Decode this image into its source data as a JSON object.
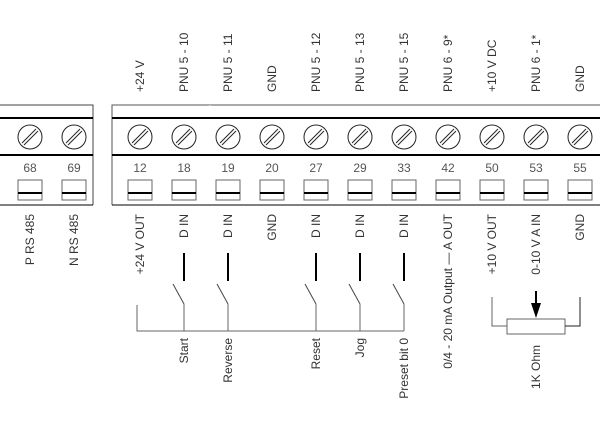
{
  "diagram": {
    "type": "terminal wiring diagram",
    "terminal_blocks": [
      {
        "name": "rs485-block",
        "terminals": [
          {
            "number": "68",
            "top_label": "",
            "bottom_label": "P RS 485"
          },
          {
            "number": "69",
            "top_label": "",
            "bottom_label": "N RS 485"
          }
        ]
      },
      {
        "name": "control-block",
        "terminals": [
          {
            "number": "12",
            "top_label": "+24 V",
            "bottom_label": "+24 V OUT"
          },
          {
            "number": "18",
            "top_label": "PNU 5 - 10",
            "bottom_label": "D IN"
          },
          {
            "number": "19",
            "top_label": "PNU 5 - 11",
            "bottom_label": "D IN"
          },
          {
            "number": "20",
            "top_label": "GND",
            "bottom_label": "GND"
          },
          {
            "number": "27",
            "top_label": "PNU 5 - 12",
            "bottom_label": "D IN"
          },
          {
            "number": "29",
            "top_label": "PNU 5 - 13",
            "bottom_label": "D IN"
          },
          {
            "number": "33",
            "top_label": "PNU 5 - 15",
            "bottom_label": "D IN"
          },
          {
            "number": "42",
            "top_label": "PNU 6 - 9*",
            "bottom_label": "0/4 - 20 mA Output — A OUT"
          },
          {
            "number": "50",
            "top_label": "+10 V DC",
            "bottom_label": "+10 V OUT"
          },
          {
            "number": "53",
            "top_label": "PNU 6 - 1*",
            "bottom_label": "0-10 V A IN"
          },
          {
            "number": "55",
            "top_label": "GND",
            "bottom_label": "GND"
          }
        ]
      }
    ],
    "switches": [
      {
        "terminal": "18",
        "label": "Start"
      },
      {
        "terminal": "19",
        "label": "Reverse"
      },
      {
        "terminal": "27",
        "label": "Reset"
      },
      {
        "terminal": "29",
        "label": "Jog"
      },
      {
        "terminal": "33",
        "label": "Preset bit 0"
      }
    ],
    "potentiometer": {
      "label": "1K Ohm"
    }
  }
}
